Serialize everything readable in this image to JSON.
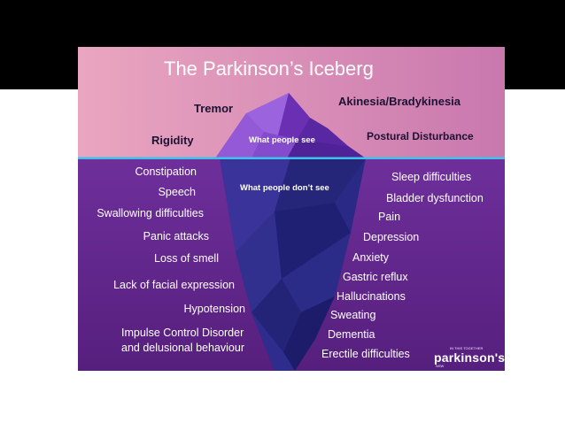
{
  "title": "The Parkinson’s Iceberg",
  "above_water": {
    "label": "What people see",
    "symptoms": [
      "Tremor",
      "Rigidity",
      "Akinesia/Bradykinesia",
      "Postural Disturbance"
    ]
  },
  "below_water": {
    "label": "What people don’t see",
    "left_symptoms": [
      "Constipation",
      "Speech",
      "Swallowing difficulties",
      "Panic attacks",
      "Loss of smell",
      "Lack of facial expression",
      "Hypotension",
      "Impulse Control Disorder",
      "and delusional behaviour"
    ],
    "right_symptoms": [
      "Sleep difficulties",
      "Bladder dysfunction",
      "Pain",
      "Depression",
      "Anxiety",
      "Gastric reflux",
      "Hallucinations",
      "Sweating",
      "Dementia",
      "Erectile difficulties"
    ]
  },
  "logo": {
    "name": "parkinson's",
    "tagline": "IN THIS TOGETHER",
    "region": "NSW"
  },
  "colors": {
    "sky_top": "#e9a2be",
    "sky_bottom": "#d27fb1",
    "water_top": "#6a2d97",
    "water_bottom": "#5a2281",
    "waterline": "#3fc1ec",
    "iceberg_light": "#8a4fd0",
    "iceberg_dark": "#1e1f74"
  }
}
